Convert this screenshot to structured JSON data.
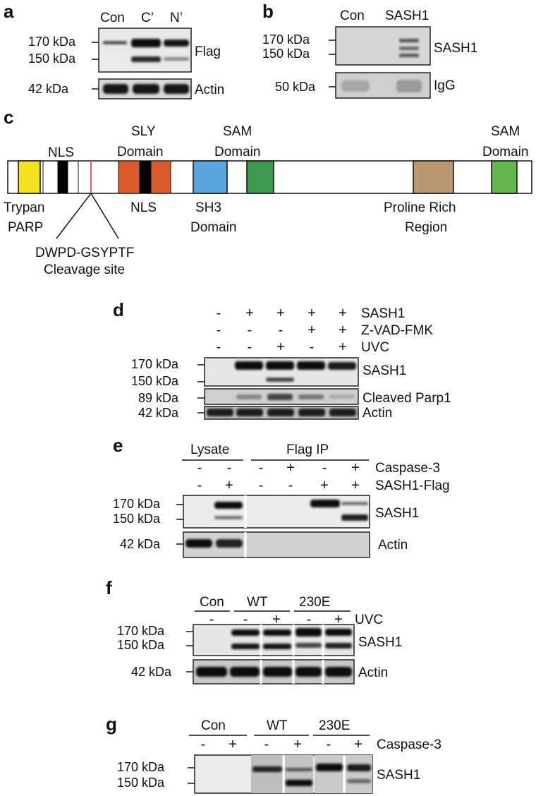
{
  "panels": {
    "a": {
      "letter": "a",
      "lanes": [
        "Con",
        "C’",
        "N’"
      ],
      "mw": [
        "170 kDa",
        "150 kDa",
        "42 kDa"
      ],
      "blots": [
        "Flag",
        "Actin"
      ]
    },
    "b": {
      "letter": "b",
      "lanes": [
        "Con",
        "SASH1"
      ],
      "mw": [
        "170 kDa",
        "150 kDa",
        "50 kDa"
      ],
      "blots": [
        "SASH1",
        "IgG"
      ]
    },
    "c": {
      "letter": "c",
      "top_labels": [
        "NLS",
        "SLY",
        "Domain",
        "SAM",
        "Domain",
        "SAM",
        "Domain"
      ],
      "bottom_labels": [
        "Trypan",
        "PARP",
        "NLS",
        "SH3",
        "Domain",
        "Proline Rich",
        "Region"
      ],
      "cleavage_labels": [
        "DWPD-GSYPTF",
        "Cleavage site"
      ],
      "domain_colors": {
        "trypan_parp": "#f4e21c",
        "nls": "#000000",
        "cleavage": "#e05a6a",
        "sly": "#d95a2b",
        "sh3": "#5aa5dd",
        "sam1": "#3e9a4e",
        "proline": "#b89873",
        "sam2": "#61b74c"
      }
    },
    "d": {
      "letter": "d",
      "conditions": [
        "SASH1",
        "Z-VAD-FMK",
        "UVC"
      ],
      "signs": [
        [
          "-",
          "+",
          "+",
          "+",
          "+"
        ],
        [
          "-",
          "-",
          "-",
          "+",
          "+"
        ],
        [
          "-",
          "-",
          "+",
          "-",
          "+"
        ]
      ],
      "mw": [
        "170 kDa",
        "150 kDa",
        "89 kDa",
        "42 kDa"
      ],
      "blots": [
        "SASH1",
        "Cleaved Parp1",
        "Actin"
      ]
    },
    "e": {
      "letter": "e",
      "groups": [
        "Lysate",
        "Flag IP"
      ],
      "conditions": [
        "Caspase-3",
        "SASH1-Flag"
      ],
      "signs": [
        [
          "-",
          "-",
          "-",
          "+",
          "-",
          "+"
        ],
        [
          "-",
          "+",
          "-",
          "-",
          "+",
          "+"
        ]
      ],
      "mw": [
        "170 kDa",
        "150 kDa",
        "42 kDa"
      ],
      "blots": [
        "SASH1",
        "Actin"
      ]
    },
    "f": {
      "letter": "f",
      "groups": [
        "Con",
        "WT",
        "230E"
      ],
      "condition": "UVC",
      "signs": [
        "-",
        "-",
        "+",
        "-",
        "+"
      ],
      "mw": [
        "170 kDa",
        "150 kDa",
        "42 kDa"
      ],
      "blots": [
        "SASH1",
        "Actin"
      ]
    },
    "g": {
      "letter": "g",
      "groups": [
        "Con",
        "WT",
        "230E"
      ],
      "condition": "Caspase-3",
      "signs": [
        "-",
        "+",
        "-",
        "+",
        "-",
        "+"
      ],
      "mw": [
        "170 kDa",
        "150 kDa"
      ],
      "blots": [
        "SASH1"
      ]
    }
  }
}
